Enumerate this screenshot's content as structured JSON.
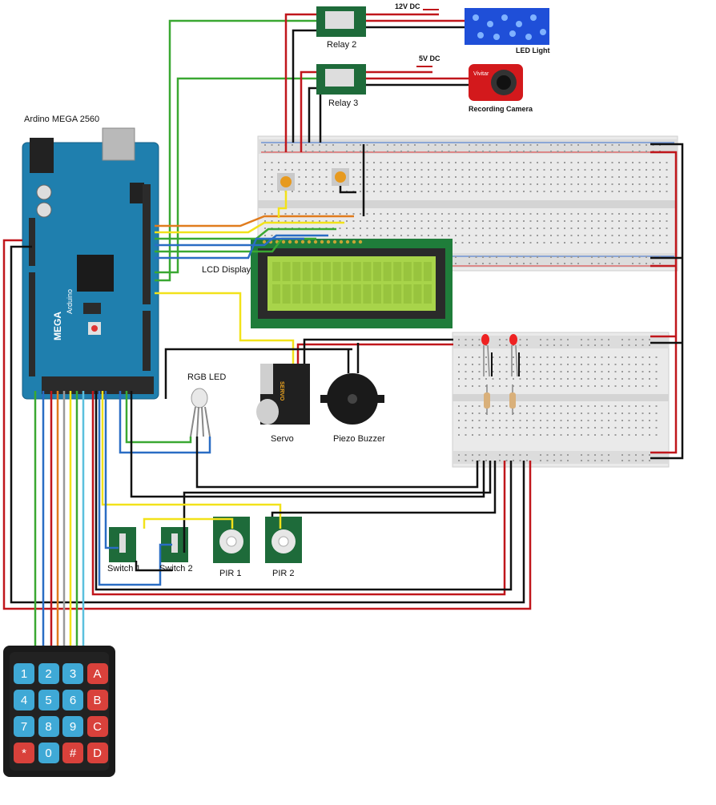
{
  "labels": {
    "arduino": "Ardino MEGA 2560",
    "relay2": "Relay 2",
    "relay3": "Relay 3",
    "v12": "12V DC",
    "v5": "5V DC",
    "led_light": "LED Light",
    "camera": "Recording Camera",
    "lcd": "LCD Display",
    "rgb": "RGB LED",
    "servo": "Servo",
    "buzzer": "Piezo Buzzer",
    "switch1": "Switch 1",
    "switch2": "Switch 2",
    "pir1": "PIR 1",
    "pir2": "PIR 2",
    "servo_body": "SERVO",
    "camera_brand": "Vivitar"
  },
  "keypad": {
    "keys": [
      "1",
      "2",
      "3",
      "A",
      "4",
      "5",
      "6",
      "B",
      "7",
      "8",
      "9",
      "C",
      "*",
      "0",
      "#",
      "D"
    ]
  },
  "colors": {
    "board": "#1f7fae",
    "lcd_screen": "#a8d44a",
    "module_green": "#1e6b3a",
    "wire_red": "#c0161b",
    "wire_black": "#111111",
    "wire_green": "#3aa832",
    "wire_yellow": "#f2e21a",
    "wire_blue": "#2a6dc4",
    "wire_orange": "#e07c1e"
  }
}
